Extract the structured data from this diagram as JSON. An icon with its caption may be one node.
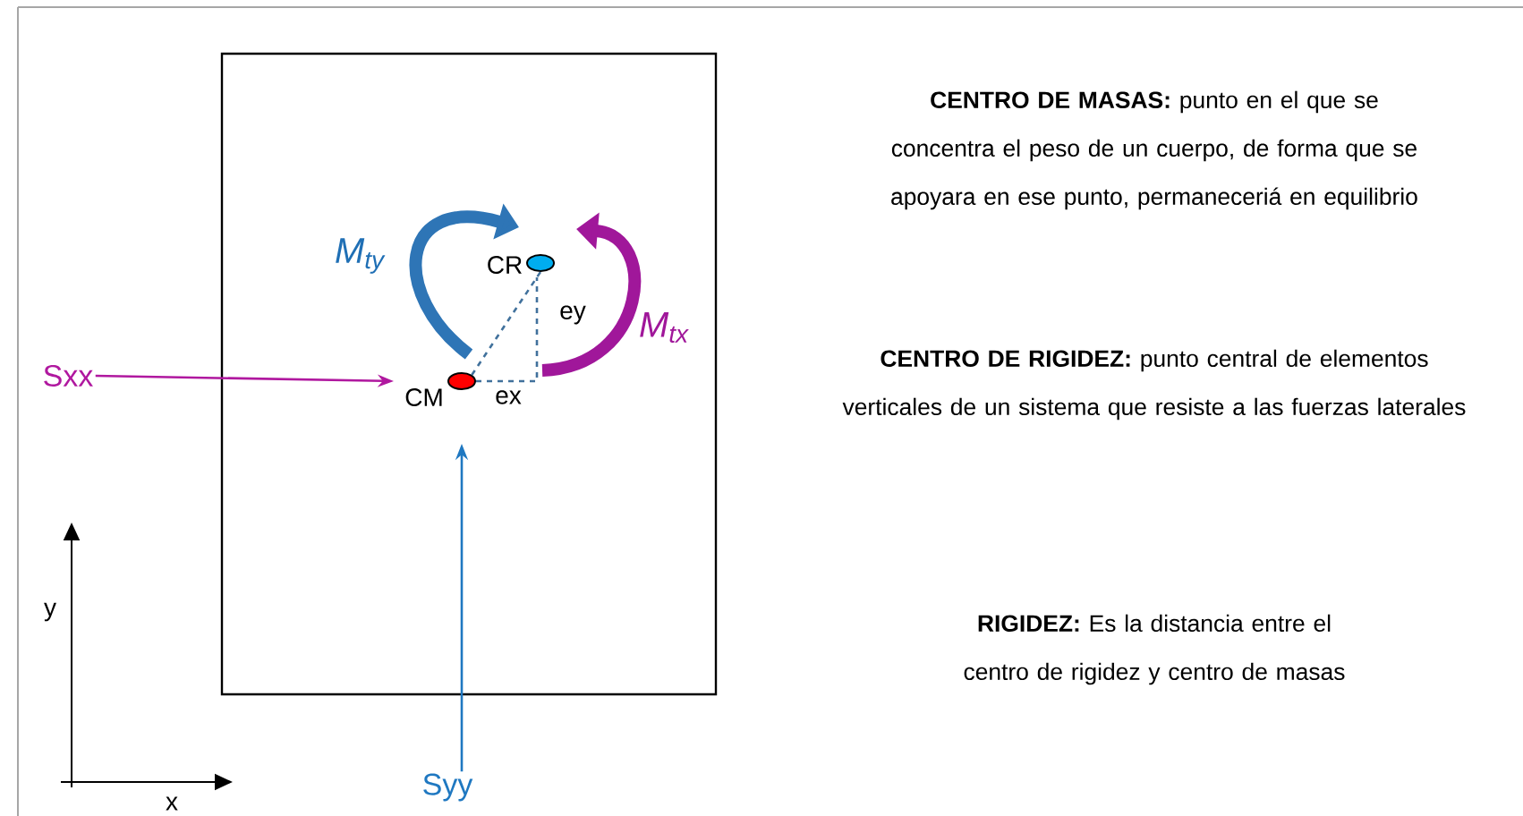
{
  "diagram": {
    "nodes": [
      {
        "text": [],
        "shape": "box"
      },
      {
        "text": [],
        "shape": "circle",
        "in": 0,
        "beside": [
          "CM"
        ]
      },
      {
        "text": [],
        "shape": "circle",
        "in": 0,
        "beside": [
          "CR"
        ]
      },
      {
        "text": [
          "Sxx"
        ]
      },
      {
        "text": [
          "Syy"
        ]
      }
    ],
    "edges": [
      {
        "from": 3,
        "to": 1,
        "arrow": "to",
        "color": "#b0189f"
      },
      {
        "from": 4,
        "to": 1,
        "arrow": "to",
        "color": "#1f78c1"
      },
      {
        "from": 1,
        "to": 2,
        "arrow": "none",
        "style": "dashed",
        "color": "#41719c"
      }
    ],
    "labels": [
      "M$_{ty}$",
      "M$_{tx}$",
      "ey",
      "ex",
      "y",
      "x",
      "**CENTRO DE MASAS:** punto en el que se concentra el peso de un cuerpo, de forma que se apoyara en ese punto, permaneceriá en equilibrio",
      "**CENTRO DE RIGIDEZ:** punto central de elementos verticales de un sistema que resiste a las fuerzas laterales",
      "**RIGIDEZ:** Es la distancia entre el centro de rigidez y centro de masas"
    ]
  }
}
